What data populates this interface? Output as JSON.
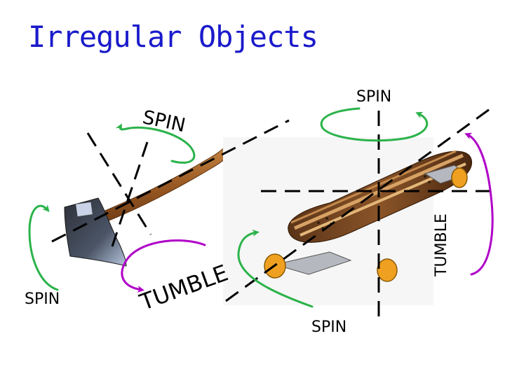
{
  "title": "Irregular Objects",
  "labels": {
    "axe_spin_arc": "SPIN",
    "axe_spin_side": "SPIN",
    "axe_tumble": "TUMBLE",
    "board_spin_top": "SPIN",
    "board_spin_bottom": "SPIN",
    "board_tumble": "TUMBLE"
  },
  "colors": {
    "title": "#1a1acb",
    "green_arrow": "#2bb34a",
    "magenta_arrow": "#b000c8",
    "axis_line": "#000000"
  },
  "icons": {
    "axe": "axe-illustration",
    "skateboard": "longboard-illustration"
  }
}
